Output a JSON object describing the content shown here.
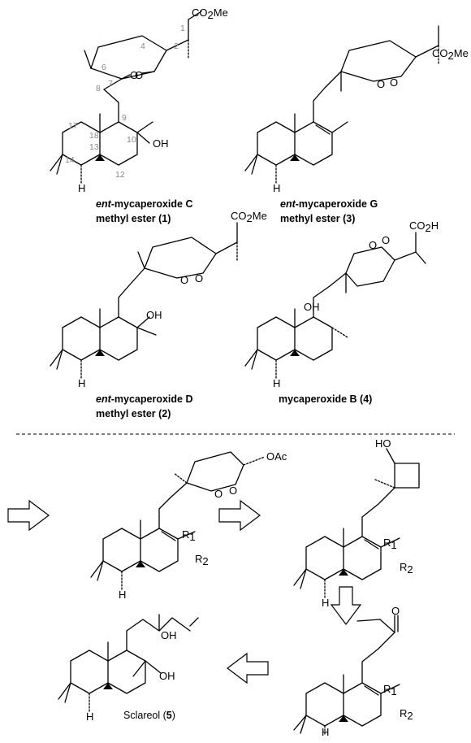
{
  "caption_1": {
    "prefix": "ent",
    "name": "-mycaperoxide C",
    "line2": "methyl ester (",
    "num": "1",
    "close": ")"
  },
  "caption_3": {
    "prefix": "ent",
    "name": "-mycaperoxide G",
    "line2": "methyl ester (",
    "num": "3",
    "close": ")"
  },
  "caption_2": {
    "prefix": "ent",
    "name": "-mycaperoxide D",
    "line2": "methyl ester (",
    "num": "2",
    "close": ")"
  },
  "caption_4": {
    "name": "mycaperoxide B (",
    "num": "4",
    "close": ")"
  },
  "caption_5": {
    "name": "Sclareol (",
    "num": "5",
    "close": ")"
  },
  "atoms": {
    "co2me": "CO",
    "co2me_sub": "2",
    "co2me_tail": "Me",
    "co2h": "CO",
    "co2h_sub": "2",
    "co2h_tail": "H",
    "oh": "OH",
    "o": "O",
    "ho": "HO",
    "h": "H",
    "oac": "OAc",
    "r": "R",
    "r1_sub": "1",
    "r2_sub": "2"
  },
  "locants": [
    "1",
    "2",
    "4",
    "6",
    "7",
    "8",
    "9",
    "10",
    "12",
    "13",
    "14",
    "17",
    "18"
  ]
}
